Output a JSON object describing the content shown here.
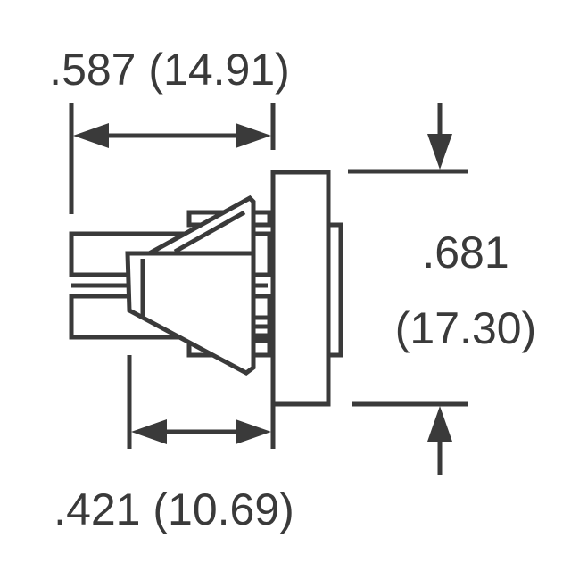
{
  "dimensions": {
    "overall_length": ".587 (14.91)",
    "height_line1": ".681",
    "height_line2": "(17.30)",
    "body_length": ".421 (10.69)"
  },
  "colors": {
    "line": "#3a3a3a",
    "background": "#ffffff"
  }
}
